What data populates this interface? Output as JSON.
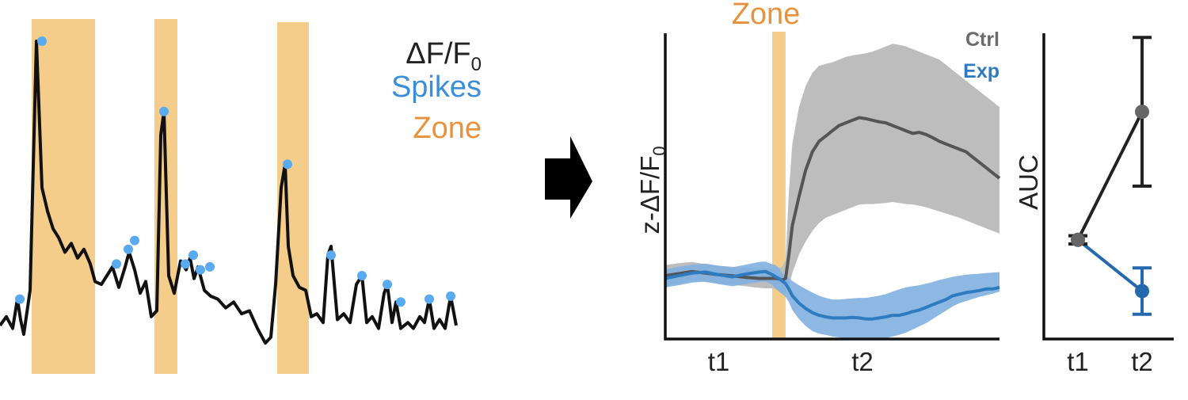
{
  "colors": {
    "trace": "#111111",
    "spikes": "#5aaaf0",
    "zone": "#f5cd8a",
    "zone_text": "#e8923c",
    "ctrl_line": "#555555",
    "ctrl_band": "#bdbdbd",
    "exp_line": "#2e7bc0",
    "exp_band": "#7fb0e0",
    "auc_ctrl": "#222222",
    "auc_exp": "#2468ad",
    "axis": "#111111",
    "arrow": "#000000"
  },
  "icons": {
    "arrow": "right-arrow-icon"
  },
  "chart_data": [
    {
      "type": "line",
      "legend": {
        "labels": [
          "ΔF/F",
          "Spikes",
          "Zone"
        ],
        "subscript": "0",
        "placement": "top-right"
      },
      "zones": [
        [
          40,
          120
        ],
        [
          195,
          224
        ],
        [
          350,
          390
        ]
      ],
      "x": [
        0,
        8,
        16,
        22,
        26,
        30,
        38,
        46,
        53,
        60,
        67,
        74,
        82,
        90,
        98,
        106,
        114,
        120,
        128,
        135,
        142,
        150,
        158,
        163,
        170,
        177,
        184,
        191,
        198,
        203,
        207,
        213,
        220,
        228,
        235,
        240,
        245,
        250,
        258,
        266,
        275,
        285,
        295,
        305,
        315,
        325,
        335,
        342,
        348,
        355,
        360,
        364,
        370,
        378,
        386,
        393,
        400,
        408,
        414,
        418,
        426,
        434,
        442,
        450,
        457,
        463,
        470,
        478,
        485,
        489,
        495,
        500,
        506,
        515,
        522,
        530,
        536,
        542,
        548,
        555,
        562,
        569,
        576
      ],
      "y": [
        0.03,
        0.06,
        0.02,
        0.12,
        0.05,
        0.0,
        0.15,
        1.0,
        0.5,
        0.42,
        0.36,
        0.33,
        0.28,
        0.31,
        0.26,
        0.29,
        0.24,
        0.18,
        0.17,
        0.2,
        0.23,
        0.16,
        0.23,
        0.28,
        0.22,
        0.14,
        0.18,
        0.06,
        0.08,
        0.68,
        0.76,
        0.2,
        0.14,
        0.25,
        0.22,
        0.26,
        0.19,
        0.23,
        0.15,
        0.13,
        0.12,
        0.09,
        0.11,
        0.07,
        0.08,
        0.02,
        -0.03,
        -0.01,
        0.17,
        0.5,
        0.58,
        0.3,
        0.2,
        0.16,
        0.15,
        0.06,
        0.07,
        0.04,
        0.27,
        0.3,
        0.05,
        0.07,
        0.04,
        0.17,
        0.2,
        0.04,
        0.06,
        0.02,
        0.14,
        0.17,
        0.04,
        0.11,
        0.02,
        0.04,
        0.02,
        0.06,
        0.04,
        0.12,
        0.02,
        0.05,
        0.02,
        0.13,
        0.03
      ],
      "spikes_x": [
        25,
        53,
        147,
        162,
        170,
        207,
        234,
        244,
        253,
        265,
        363,
        418,
        457,
        489,
        506,
        542,
        569
      ],
      "spikes_y": [
        0.12,
        1.0,
        0.24,
        0.29,
        0.32,
        0.76,
        0.24,
        0.27,
        0.22,
        0.23,
        0.58,
        0.27,
        0.2,
        0.17,
        0.11,
        0.12,
        0.13
      ]
    },
    {
      "type": "area",
      "ylabel": "z-ΔF/F",
      "ylabel_subscript": "0",
      "zone_label": "Zone",
      "zone": [
        0.32,
        0.36
      ],
      "xticks": [
        {
          "pos": 0.16,
          "label": "t1"
        },
        {
          "pos": 0.59,
          "label": "t2"
        }
      ],
      "ylim": [
        -1.2,
        4.6
      ],
      "x": [
        0,
        0.04,
        0.08,
        0.12,
        0.16,
        0.2,
        0.24,
        0.28,
        0.3,
        0.32,
        0.33,
        0.34,
        0.35,
        0.36,
        0.37,
        0.38,
        0.4,
        0.42,
        0.44,
        0.46,
        0.48,
        0.5,
        0.52,
        0.54,
        0.56,
        0.58,
        0.6,
        0.62,
        0.64,
        0.66,
        0.68,
        0.7,
        0.72,
        0.74,
        0.76,
        0.78,
        0.8,
        0.82,
        0.84,
        0.86,
        0.88,
        0.9,
        0.92,
        0.94,
        0.96,
        0.98,
        1.0
      ],
      "series": [
        {
          "name": "Ctrl",
          "values": [
            0.0,
            0.04,
            0.08,
            0.05,
            0.02,
            0.0,
            -0.03,
            -0.05,
            -0.05,
            -0.05,
            -0.05,
            -0.06,
            -0.08,
            -0.05,
            0.4,
            0.95,
            1.5,
            2.0,
            2.35,
            2.55,
            2.65,
            2.75,
            2.85,
            2.9,
            2.95,
            3.0,
            2.98,
            2.95,
            2.92,
            2.9,
            2.85,
            2.8,
            2.75,
            2.7,
            2.72,
            2.68,
            2.62,
            2.55,
            2.5,
            2.45,
            2.4,
            2.35,
            2.25,
            2.15,
            2.05,
            1.95,
            1.85
          ],
          "upper": [
            0.2,
            0.24,
            0.26,
            0.22,
            0.19,
            0.17,
            0.15,
            0.14,
            0.14,
            0.14,
            0.15,
            0.15,
            0.18,
            0.3,
            1.6,
            2.5,
            3.2,
            3.6,
            3.85,
            3.98,
            4.02,
            4.05,
            4.1,
            4.15,
            4.18,
            4.2,
            4.22,
            4.25,
            4.3,
            4.35,
            4.4,
            4.38,
            4.35,
            4.3,
            4.25,
            4.2,
            4.15,
            4.1,
            4.0,
            3.9,
            3.8,
            3.7,
            3.6,
            3.5,
            3.4,
            3.3,
            3.2
          ],
          "lower": [
            -0.2,
            -0.16,
            -0.1,
            -0.12,
            -0.15,
            -0.17,
            -0.2,
            -0.23,
            -0.24,
            -0.24,
            -0.25,
            -0.26,
            -0.3,
            -0.3,
            -0.2,
            0.05,
            0.4,
            0.65,
            0.85,
            1.0,
            1.1,
            1.15,
            1.2,
            1.25,
            1.3,
            1.35,
            1.36,
            1.36,
            1.37,
            1.38,
            1.4,
            1.38,
            1.36,
            1.35,
            1.33,
            1.3,
            1.26,
            1.22,
            1.18,
            1.14,
            1.1,
            1.05,
            1.0,
            0.95,
            0.9,
            0.85,
            0.8
          ]
        },
        {
          "name": "Exp",
          "values": [
            -0.05,
            0.0,
            0.05,
            0.07,
            0.02,
            -0.02,
            0.03,
            0.07,
            0.08,
            0.02,
            -0.02,
            -0.05,
            -0.1,
            -0.15,
            -0.25,
            -0.38,
            -0.52,
            -0.62,
            -0.7,
            -0.75,
            -0.78,
            -0.8,
            -0.8,
            -0.8,
            -0.79,
            -0.8,
            -0.82,
            -0.82,
            -0.8,
            -0.78,
            -0.75,
            -0.75,
            -0.72,
            -0.68,
            -0.65,
            -0.6,
            -0.55,
            -0.5,
            -0.45,
            -0.38,
            -0.35,
            -0.32,
            -0.3,
            -0.28,
            -0.25,
            -0.25,
            -0.22
          ],
          "upper": [
            0.12,
            0.17,
            0.21,
            0.23,
            0.19,
            0.16,
            0.21,
            0.26,
            0.27,
            0.22,
            0.2,
            0.15,
            0.05,
            -0.02,
            -0.05,
            -0.1,
            -0.18,
            -0.25,
            -0.32,
            -0.38,
            -0.42,
            -0.45,
            -0.45,
            -0.44,
            -0.43,
            -0.42,
            -0.42,
            -0.4,
            -0.38,
            -0.35,
            -0.3,
            -0.26,
            -0.22,
            -0.2,
            -0.18,
            -0.15,
            -0.12,
            -0.08,
            -0.05,
            -0.02,
            0.0,
            0.02,
            0.03,
            0.04,
            0.05,
            0.06,
            0.07
          ],
          "lower": [
            -0.22,
            -0.18,
            -0.13,
            -0.11,
            -0.16,
            -0.2,
            -0.16,
            -0.12,
            -0.11,
            -0.17,
            -0.25,
            -0.3,
            -0.35,
            -0.4,
            -0.5,
            -0.65,
            -0.82,
            -0.95,
            -1.05,
            -1.1,
            -1.12,
            -1.15,
            -1.17,
            -1.18,
            -1.2,
            -1.2,
            -1.22,
            -1.22,
            -1.2,
            -1.18,
            -1.15,
            -1.12,
            -1.08,
            -1.02,
            -0.96,
            -0.9,
            -0.82,
            -0.74,
            -0.66,
            -0.58,
            -0.52,
            -0.48,
            -0.44,
            -0.4,
            -0.37,
            -0.34,
            -0.3
          ]
        }
      ]
    },
    {
      "type": "line",
      "ylabel": "AUC",
      "categories": [
        "t1",
        "t2"
      ],
      "ylim": [
        -0.2,
        3.5
      ],
      "series": [
        {
          "name": "Ctrl",
          "values": [
            1.0,
            2.55
          ],
          "errors": [
            0.05,
            0.9
          ]
        },
        {
          "name": "Exp",
          "values": [
            1.0,
            0.38
          ],
          "errors": [
            0.05,
            0.28
          ]
        }
      ]
    }
  ]
}
